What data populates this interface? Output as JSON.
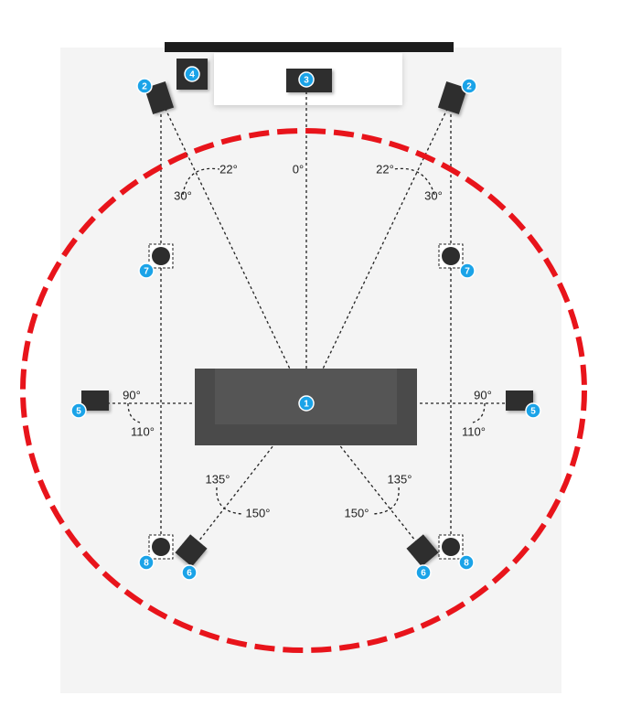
{
  "colors": {
    "boundary": "#e8141b",
    "badge": "#1aa3e8",
    "speaker": "#2d2d2d",
    "sofa": "#555555",
    "guide_line": "#222222"
  },
  "speakers": {
    "listener": {
      "number": "1",
      "role": "listening-position"
    },
    "front_left": {
      "number": "2"
    },
    "front_right": {
      "number": "2"
    },
    "center": {
      "number": "3"
    },
    "subwoofer": {
      "number": "4"
    },
    "side_left": {
      "number": "5"
    },
    "side_right": {
      "number": "5"
    },
    "rear_left": {
      "number": "6"
    },
    "rear_right": {
      "number": "6"
    },
    "overhead_front_left": {
      "number": "7"
    },
    "overhead_front_right": {
      "number": "7"
    },
    "overhead_rear_left": {
      "number": "8"
    },
    "overhead_rear_right": {
      "number": "8"
    }
  },
  "angles": {
    "center": "0°",
    "front_left_min": "22°",
    "front_left_max": "30°",
    "front_right_min": "22°",
    "front_right_max": "30°",
    "side_left_min": "90°",
    "side_left_max": "110°",
    "side_right_min": "90°",
    "side_right_max": "110°",
    "rear_left_min": "135°",
    "rear_left_max": "150°",
    "rear_right_min": "135°",
    "rear_right_max": "150°"
  }
}
